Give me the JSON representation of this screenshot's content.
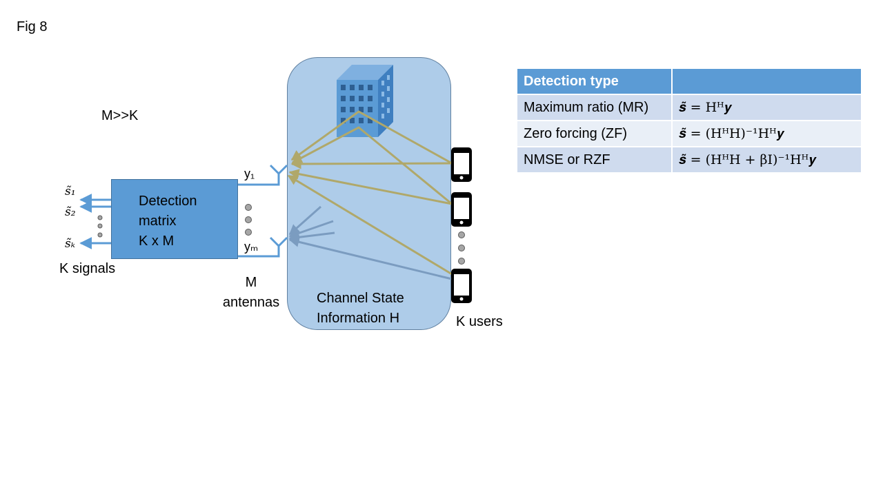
{
  "figure": {
    "label": "Fig 8",
    "condition": "M>>K"
  },
  "detector": {
    "lines": [
      "Detection",
      "matrix",
      "K x M"
    ],
    "outputs": [
      "s̃₁",
      "s̃₂",
      "s̃ₖ"
    ],
    "outputs_caption": "K signals"
  },
  "antennas": {
    "labels": [
      "y₁",
      "yₘ"
    ],
    "caption_lines": [
      "M",
      "antennas"
    ]
  },
  "channel": {
    "caption_lines": [
      "Channel State",
      "Information H"
    ]
  },
  "users": {
    "caption": "K users"
  },
  "table": {
    "headers": [
      "Detection type",
      ""
    ],
    "rows": [
      {
        "type": "Maximum ratio (MR)",
        "formula": "𝒔̃ = Hᴴ𝒚"
      },
      {
        "type": "Zero forcing (ZF)",
        "formula": "𝒔̃ = (HᴴH)⁻¹Hᴴ𝒚"
      },
      {
        "type": "NMSE or RZF",
        "formula": "𝒔̃ = (HᴴH + βI)⁻¹Hᴴ𝒚"
      }
    ]
  },
  "colors": {
    "accent_blue": "#5b9bd5",
    "panel_blue": "#aecce9",
    "user_arrow_olive": "#b0a86a",
    "user_arrow_blue": "#7b9cc0",
    "table_header": "#5b9bd5"
  }
}
